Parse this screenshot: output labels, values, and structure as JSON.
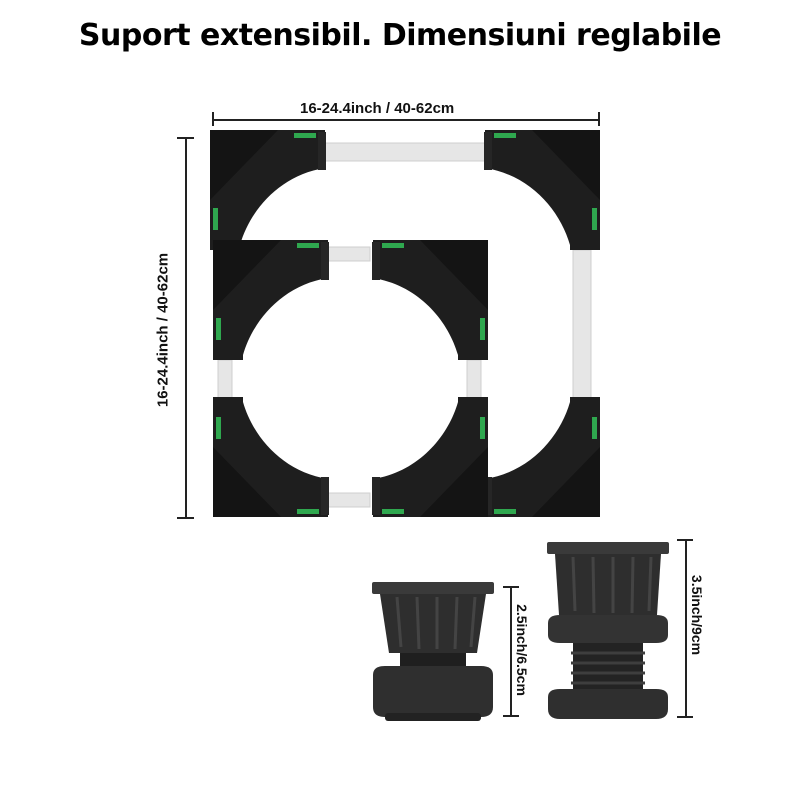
{
  "title": "Suport extensibil. Dimensiuni reglabile",
  "dimensions": {
    "width_label": "16-24.4inch / 40-62cm",
    "height_label": "16-24.4inch / 40-62cm",
    "short_foot_label": "2.5inch/6.5cm",
    "tall_foot_label": "3.5inch/9cm"
  },
  "images": {
    "frame": "extendable-base-frame",
    "feet": "adjustable-feet"
  },
  "colors": {
    "plastic": "#1e1e1e",
    "foot": "#2e2e2e",
    "level_green": "#2fa84f",
    "rail": "#e6e6e6"
  }
}
